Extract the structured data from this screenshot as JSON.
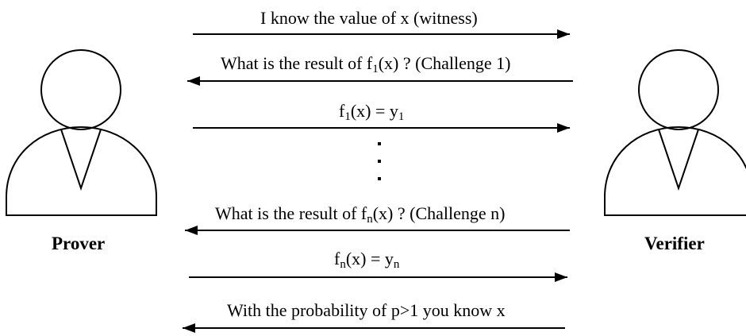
{
  "actors": {
    "left": {
      "name": "Prover",
      "icon": "person-icon"
    },
    "right": {
      "name": "Verifier",
      "icon": "person-icon"
    }
  },
  "messages": [
    {
      "id": "m1",
      "direction": "to-verifier",
      "text": "I know the value of x (witness)"
    },
    {
      "id": "m2",
      "direction": "to-prover",
      "pre": "What is the result of f",
      "sub": "1",
      "post": "(x) ? (Challenge 1)"
    },
    {
      "id": "m3",
      "direction": "to-verifier",
      "f": "f",
      "fsub": "1",
      "mid": "(x) = y",
      "ysub": "1"
    },
    {
      "id": "ellipsis",
      "text": "⋮"
    },
    {
      "id": "m4",
      "direction": "to-prover",
      "pre": "What is the result of f",
      "sub": "n",
      "post": "(x) ? (Challenge n)"
    },
    {
      "id": "m5",
      "direction": "to-verifier",
      "f": "f",
      "fsub": "n",
      "mid": "(x) = y",
      "ysub": "n"
    },
    {
      "id": "m6",
      "direction": "to-prover",
      "text": "With the probability of p>1 you know x"
    }
  ],
  "colors": {
    "stroke": "#000000",
    "background": "#ffffff"
  }
}
